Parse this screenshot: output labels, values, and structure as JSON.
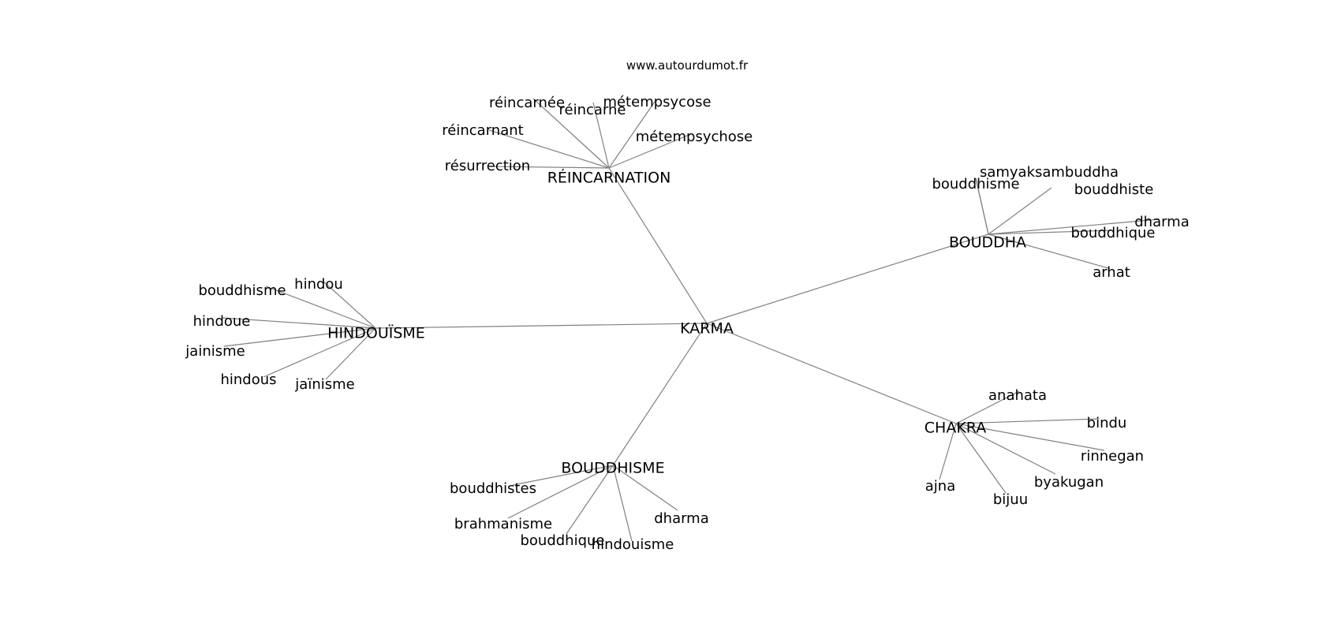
{
  "source_label": "www.autourdumot.fr",
  "colors": {
    "edge": "#808080",
    "text": "#000000",
    "background": "#ffffff"
  },
  "graph": {
    "center": "KARMA",
    "hubs": [
      {
        "label": "RÉINCARNATION",
        "words": [
          "réincarnée",
          "réincarne",
          "métempsycose",
          "réincarnant",
          "métempsychose",
          "résurrection"
        ]
      },
      {
        "label": "BOUDDHA",
        "words": [
          "samyaksambuddha",
          "bouddhisme",
          "bouddhiste",
          "dharma",
          "bouddhique",
          "arhat"
        ]
      },
      {
        "label": "HINDOUÏSME",
        "words": [
          "hindou",
          "bouddhisme",
          "hindoue",
          "jainisme",
          "hindous",
          "jaïnisme"
        ]
      },
      {
        "label": "CHAKRA",
        "words": [
          "anahata",
          "bindu",
          "rinnegan",
          "byakugan",
          "bijuu",
          "ajna"
        ]
      },
      {
        "label": "BOUDDHISME",
        "words": [
          "bouddhistes",
          "brahmanisme",
          "bouddhique",
          "hindouisme",
          "dharma"
        ]
      }
    ]
  }
}
